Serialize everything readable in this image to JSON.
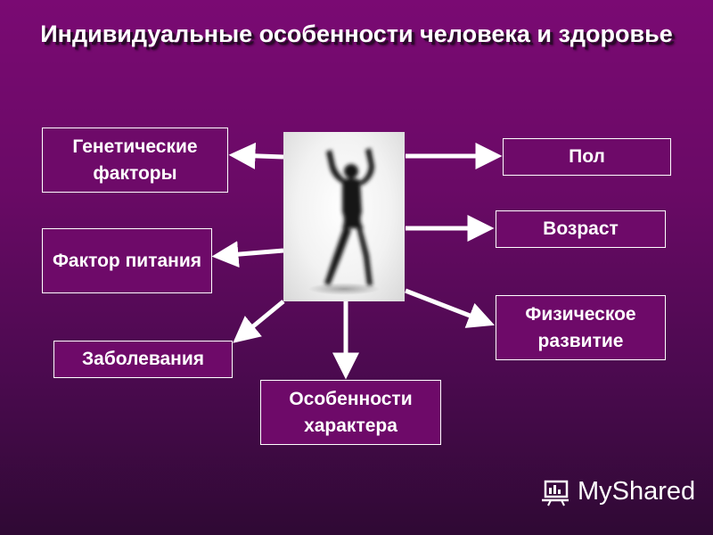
{
  "title": "Индивидуальные особенности человека и здоровье",
  "boxes": {
    "genetic": "Генетические факторы",
    "nutrition": "Фактор питания",
    "diseases": "Заболевания",
    "character": "Особенности характера",
    "sex": "Пол",
    "age": "Возраст",
    "physical": "Физическое развитие"
  },
  "watermark": "MyShared",
  "colors": {
    "background_top": "#7a0a73",
    "background_bottom": "#2f0934",
    "box_border": "#ffffff",
    "arrow": "#ffffff"
  },
  "icons": [
    "person-silhouette-image",
    "myshared-logo-icon"
  ]
}
